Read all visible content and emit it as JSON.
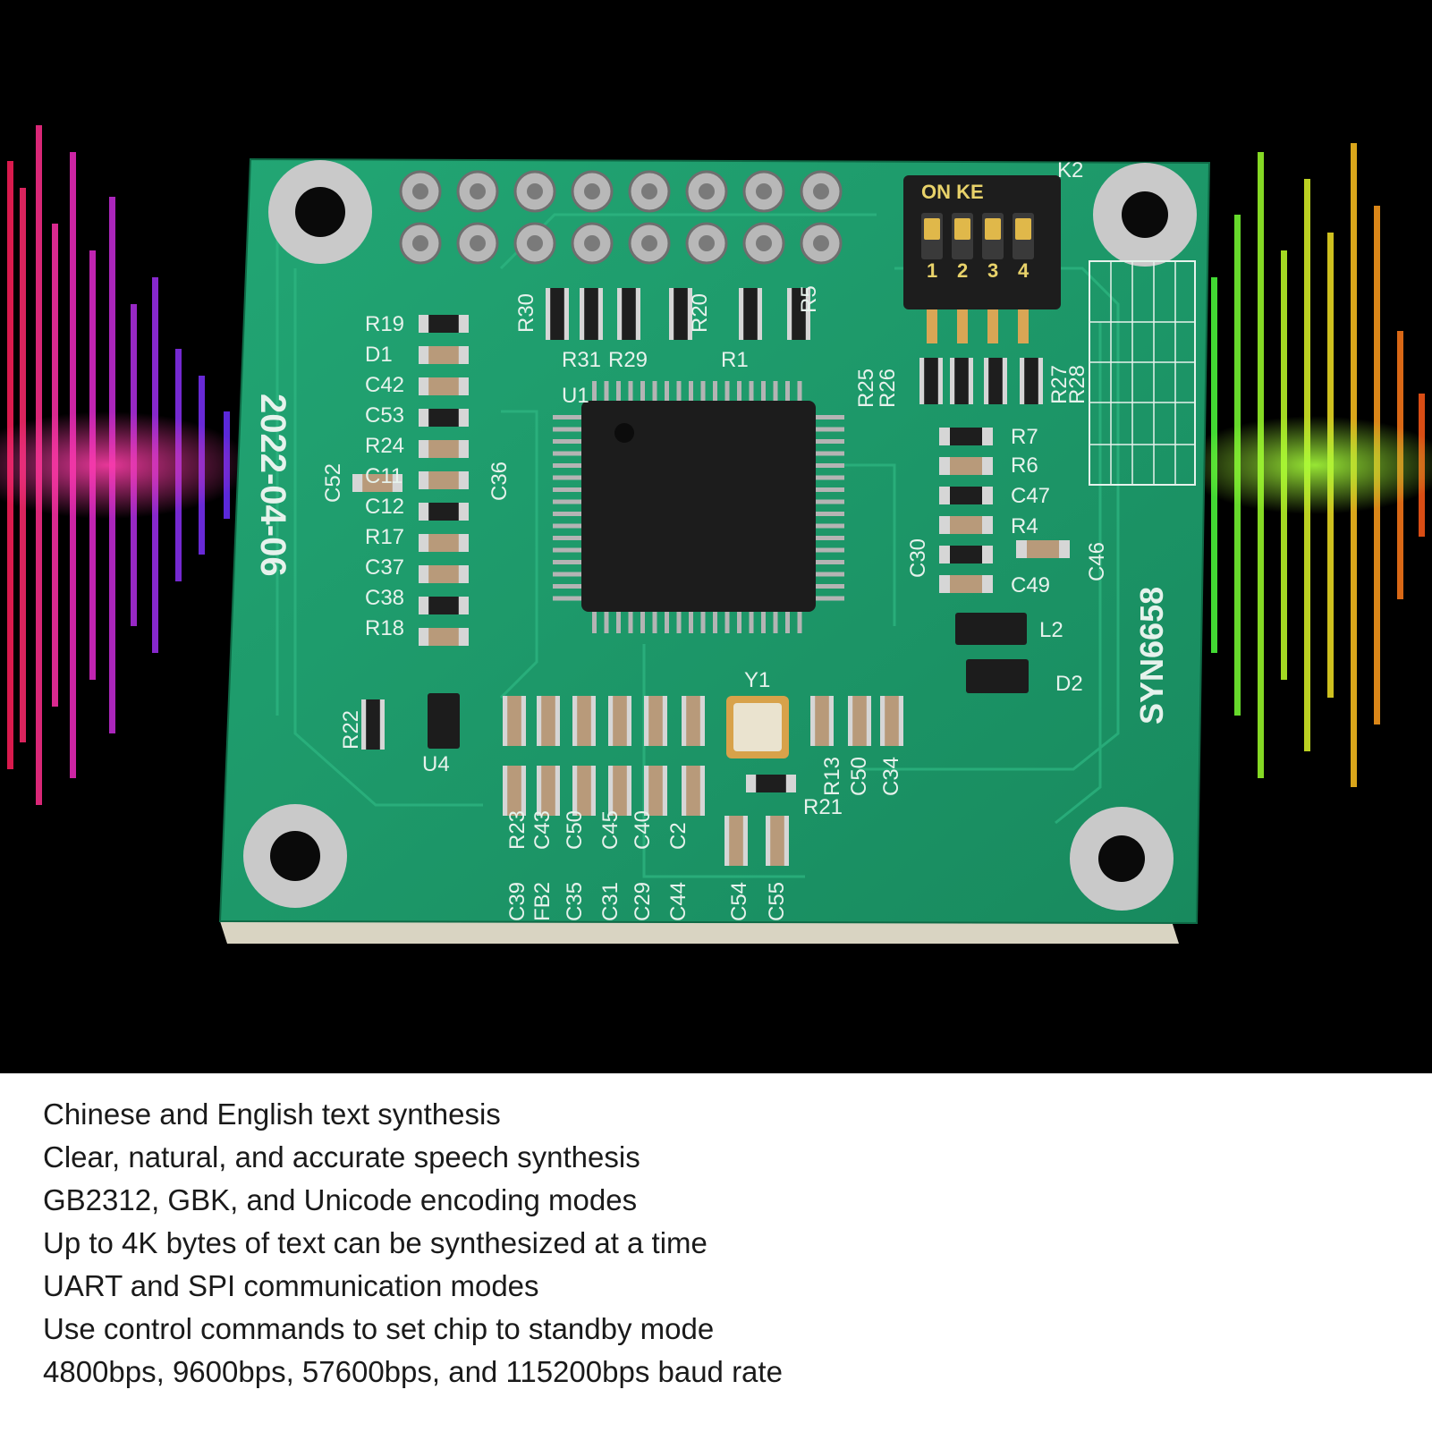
{
  "photo": {
    "board_date": "2022-04-06",
    "board_model": "SYN6658",
    "chip_label": "U1",
    "crystal_label": "Y1",
    "dip_switch": {
      "label": "K2",
      "header": "ON KE",
      "numbers": [
        "1",
        "2",
        "3",
        "4"
      ]
    },
    "component_labels": {
      "left_column": [
        "R19",
        "D1",
        "C42",
        "C53",
        "R24",
        "C11",
        "C12",
        "R17",
        "C37",
        "C38",
        "R18"
      ],
      "top_row": [
        "R30",
        "R31",
        "R29",
        "R20",
        "R1",
        "R5"
      ],
      "right_column": [
        "R25",
        "R26",
        "R27",
        "R28",
        "R7",
        "R6",
        "C47",
        "R4",
        "C30",
        "C46",
        "C49",
        "L2",
        "D2"
      ],
      "bottom_row": [
        "C39",
        "R23",
        "FB2",
        "C43",
        "C35",
        "C50",
        "C31",
        "C45",
        "C29",
        "C40",
        "C44",
        "C2",
        "C54",
        "C55",
        "R21",
        "R13",
        "C50",
        "C34"
      ],
      "other": [
        "C52",
        "C36",
        "R22",
        "U4"
      ]
    },
    "colors": {
      "pcb": "#1f9a6a",
      "pcb_dark": "#14744e",
      "silkscreen": "#e6f2ec",
      "chip": "#1c1c1c",
      "background": "#000000"
    }
  },
  "features": [
    "Chinese and English text synthesis",
    "Clear, natural, and accurate speech synthesis",
    "GB2312, GBK, and Unicode encoding modes",
    "Up to 4K bytes of text can be synthesized at a time",
    "UART and SPI communication modes",
    "Use control commands to set chip to standby mode",
    "4800bps, 9600bps, 57600bps, and 115200bps baud rate"
  ]
}
